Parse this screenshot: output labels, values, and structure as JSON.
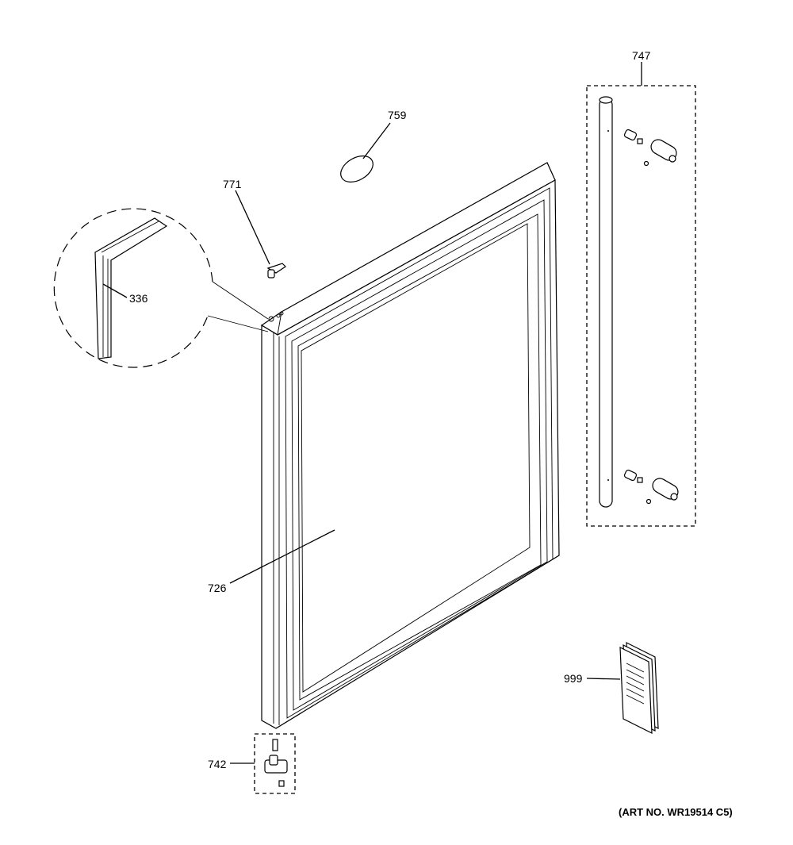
{
  "diagram": {
    "part_labels": {
      "p747": "747",
      "p759": "759",
      "p771": "771",
      "p336": "336",
      "p726": "726",
      "p999": "999",
      "p742": "742"
    },
    "art_number": "(ART NO. WR19514 C5)"
  }
}
